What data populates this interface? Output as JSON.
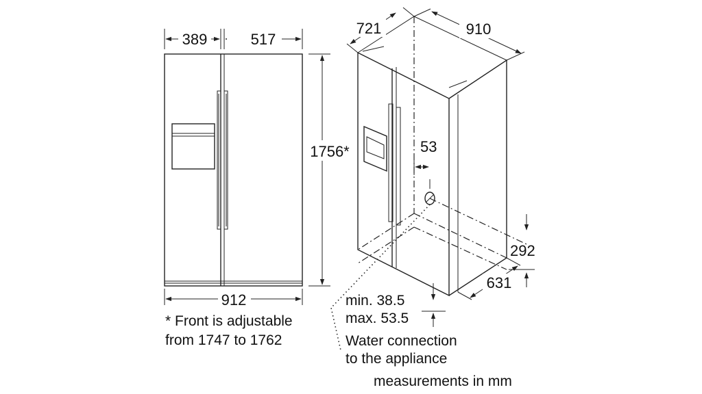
{
  "front_view": {
    "width_left": "389",
    "width_right": "517",
    "height": "1756*",
    "total_width": "912"
  },
  "footnote": {
    "line1": "* Front is adjustable",
    "line2": "from 1747 to 1762"
  },
  "iso_view": {
    "depth": "721",
    "width": "910",
    "water_offset": "53",
    "water_height": "292",
    "bottom_depth": "631",
    "clearance_min": "min. 38.5",
    "clearance_max": "max. 53.5",
    "water_label_line1": "Water connection",
    "water_label_line2": "to the appliance"
  },
  "units_note": "measurements in mm"
}
